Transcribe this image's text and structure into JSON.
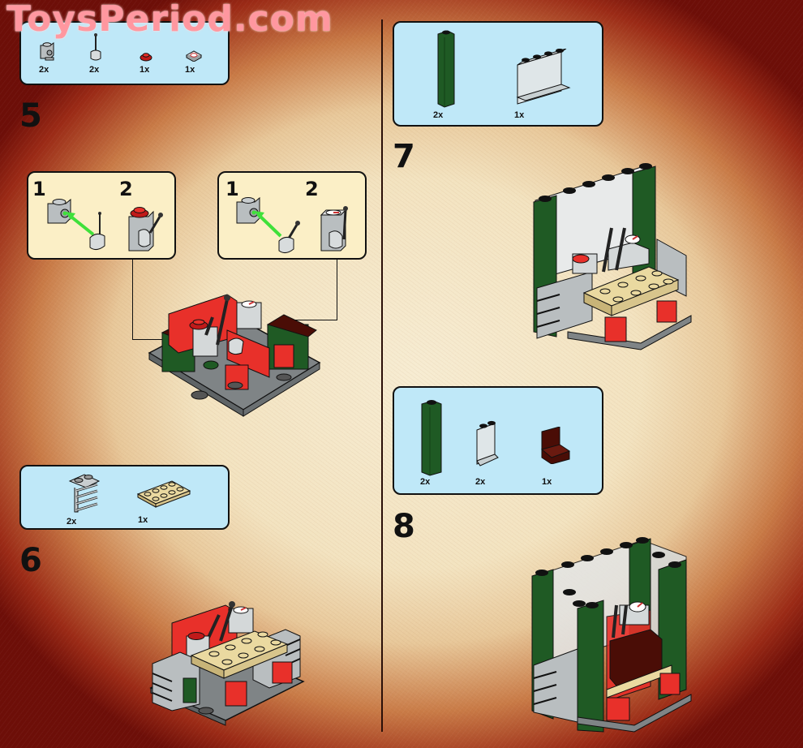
{
  "watermark": "ToysPeriod.com",
  "colors": {
    "parts_box_bg": "#bfe8f8",
    "subassembly_bg": "#fbefc6",
    "page_center": "#f7ecd2",
    "page_edge": "#6d0e08",
    "dark_green": "#1f5a24",
    "red": "#e8302a",
    "light_gray": "#b9bec0",
    "tan": "#ead9a0",
    "dark_red": "#4a0d06",
    "arrow_green": "#3fe03a"
  },
  "left_column": {
    "parts_top": {
      "items": [
        {
          "name": "light gray 1x1 brick with clip",
          "icon": "gray-clip-brick-icon",
          "qty": "2x"
        },
        {
          "name": "black lever with light gray base",
          "icon": "lever-icon",
          "qty": "2x"
        },
        {
          "name": "red round plate 1x1",
          "icon": "red-round-plate-icon",
          "qty": "1x"
        },
        {
          "name": "gauge tile 1x1",
          "icon": "gauge-tile-icon",
          "qty": "1x"
        }
      ]
    },
    "step5": {
      "number": "5",
      "subassemblies": [
        {
          "step1": "1",
          "step2": "2",
          "variant": "red-knob"
        },
        {
          "step1": "1",
          "step2": "2",
          "variant": "gauge"
        }
      ]
    },
    "parts_step6": {
      "items": [
        {
          "name": "light gray bracket with grille",
          "icon": "grille-bracket-icon",
          "qty": "2x"
        },
        {
          "name": "tan plate 2x4",
          "icon": "tan-plate-icon",
          "qty": "1x"
        }
      ]
    },
    "step6": {
      "number": "6"
    }
  },
  "right_column": {
    "parts_step7": {
      "items": [
        {
          "name": "dark green brick 1x1x5",
          "icon": "green-pillar-icon",
          "qty": "2x"
        },
        {
          "name": "trans-clear panel 1x4x3",
          "icon": "clear-panel-wide-icon",
          "qty": "1x"
        }
      ]
    },
    "step7": {
      "number": "7"
    },
    "parts_step8": {
      "items": [
        {
          "name": "dark green brick 1x1x5",
          "icon": "green-pillar-icon",
          "qty": "2x"
        },
        {
          "name": "trans-clear panel 1x2x3",
          "icon": "clear-panel-narrow-icon",
          "qty": "2x"
        },
        {
          "name": "dark red seat",
          "icon": "seat-icon",
          "qty": "1x"
        }
      ]
    },
    "step8": {
      "number": "8"
    }
  }
}
